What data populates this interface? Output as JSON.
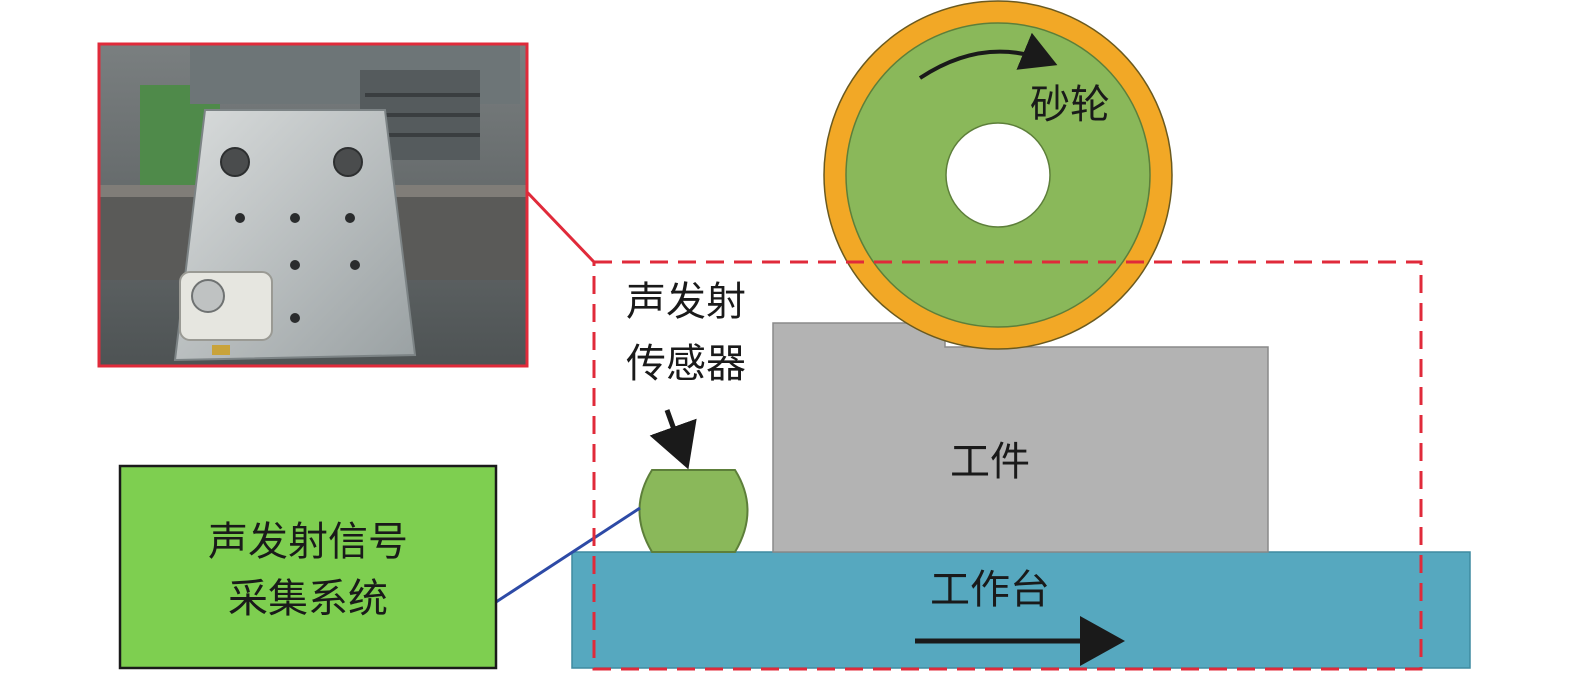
{
  "labels": {
    "wheel": "砂轮",
    "sensor_line1": "声发射",
    "sensor_line2": "传感器",
    "workpiece": "工件",
    "table": "工作台",
    "system_line1": "声发射信号",
    "system_line2": "采集系统"
  },
  "colors": {
    "wheel_ring": "#f2a826",
    "wheel_body": "#8ab85a",
    "workpiece": "#b3b3b3",
    "table": "#56a8bf",
    "sensor": "#8ab85a",
    "system_box": "#7ecf50",
    "callout_red": "#e02a3a",
    "connector_blue": "#2d4aa6",
    "arrow": "#1a1a1a"
  },
  "icons": {
    "photo": "sensor-mount-photo",
    "rotation_arrow": "curved-arrow-icon",
    "feed_arrow": "right-arrow-icon",
    "pointer_arrow": "down-arrow-icon"
  }
}
